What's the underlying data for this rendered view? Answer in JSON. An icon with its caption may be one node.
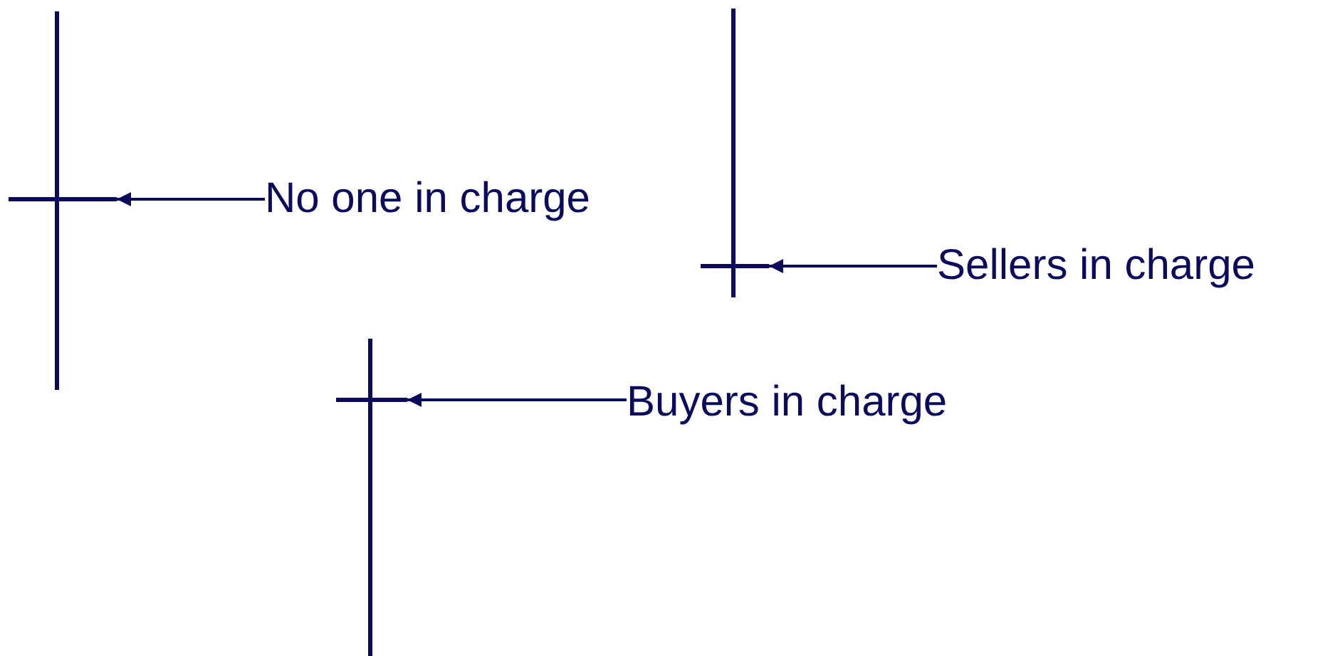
{
  "diagram": {
    "nodes": [
      {
        "text": [],
        "shape": "bar"
      },
      {
        "text": [
          "No one in charge"
        ]
      },
      {
        "text": [],
        "shape": "bar"
      },
      {
        "text": [
          "Sellers in charge"
        ]
      },
      {
        "text": [],
        "shape": "bar"
      },
      {
        "text": [
          "Buyers in charge"
        ]
      }
    ],
    "edges": [
      {
        "from": 1,
        "to": 0,
        "arrow": "to"
      },
      {
        "from": 3,
        "to": 2,
        "arrow": "to"
      },
      {
        "from": 5,
        "to": 4,
        "arrow": "to"
      }
    ]
  }
}
